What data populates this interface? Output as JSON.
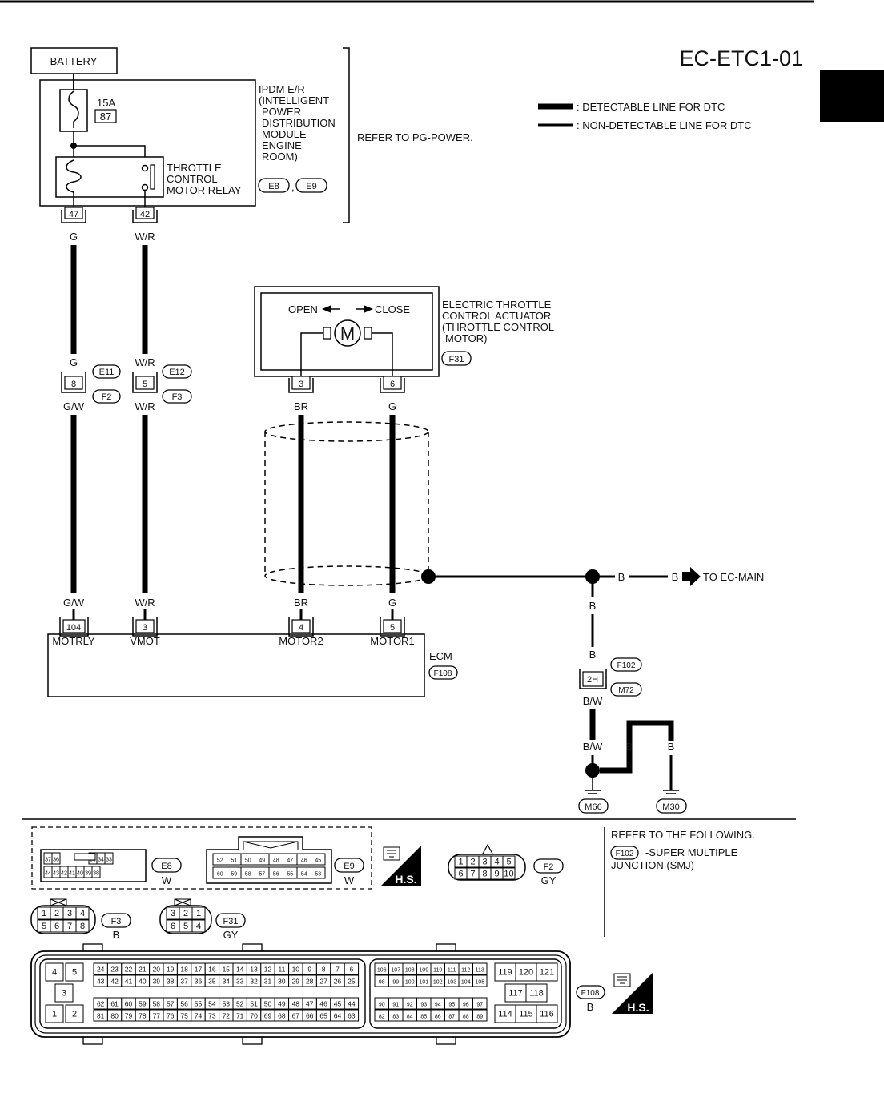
{
  "page_code": "EC-ETC1-01",
  "legend": {
    "detectable": ": DETECTABLE LINE FOR DTC",
    "non_detectable": ": NON-DETECTABLE LINE FOR DTC"
  },
  "ipdm": {
    "battery": "BATTERY",
    "fuse_amp": "15A",
    "fuse_no": "87",
    "relay_lines": [
      "THROTTLE",
      "CONTROL",
      "MOTOR RELAY"
    ],
    "name_lines": [
      "IPDM E/R",
      "(INTELLIGENT",
      "POWER",
      "DISTRIBUTION",
      "MODULE",
      "ENGINE",
      "ROOM)"
    ],
    "connectors": [
      "E8",
      "E9"
    ],
    "connector_sep": ",",
    "refer": "REFER TO PG-POWER.",
    "pin_47": "47",
    "pin_42": "42"
  },
  "actuator": {
    "open": "OPEN",
    "close": "CLOSE",
    "motor": "M",
    "name_lines": [
      "ELECTRIC THROTTLE",
      "CONTROL ACTUATOR",
      "(THROTTLE CONTROL",
      "MOTOR)"
    ],
    "connector": "F31",
    "pin_3": "3",
    "pin_6": "6"
  },
  "wires": {
    "g": "G",
    "wr": "W/R",
    "gw": "G/W",
    "br": "BR",
    "b": "B",
    "bw": "B/W"
  },
  "junction": {
    "pin_8": "8",
    "pin_5": "5",
    "e11": "E11",
    "e12": "E12",
    "f2": "F2",
    "f3": "F3"
  },
  "to_main": "TO EC-MAIN",
  "ecm": {
    "name": "ECM",
    "connector": "F108",
    "pins": [
      "104",
      "3",
      "4",
      "5"
    ],
    "pin_names": [
      "MOTRLY",
      "VMOT",
      "MOTOR2",
      "MOTOR1"
    ]
  },
  "ground": {
    "pin": "2H",
    "f102": "F102",
    "m72": "M72",
    "m66": "M66",
    "m30": "M30"
  },
  "connector_views": {
    "e8_top": [
      "37",
      "36",
      "35",
      "34",
      "33"
    ],
    "e8_bottom": [
      "44",
      "43",
      "42",
      "41",
      "40",
      "39",
      "38"
    ],
    "e8_label": "E8",
    "e8_color": "W",
    "e9_top": [
      "52",
      "51",
      "50",
      "49",
      "48",
      "47",
      "46",
      "45"
    ],
    "e9_bottom": [
      "60",
      "59",
      "58",
      "57",
      "56",
      "55",
      "54",
      "53"
    ],
    "e9_label": "E9",
    "e9_color": "W",
    "hs": "H.S.",
    "f2_top": [
      "1",
      "2",
      "3",
      "4",
      "5"
    ],
    "f2_bottom": [
      "6",
      "7",
      "8",
      "9",
      "10"
    ],
    "f2_label": "F2",
    "f2_color": "GY",
    "f3_top": [
      "1",
      "2",
      "3",
      "4"
    ],
    "f3_bottom": [
      "5",
      "6",
      "7",
      "8"
    ],
    "f3_label": "F3",
    "f3_color": "B",
    "f31_top": [
      "3",
      "2",
      "1"
    ],
    "f31_bottom": [
      "6",
      "5",
      "4"
    ],
    "f31_label": "F31",
    "f31_color": "GY",
    "refer_lines": [
      "REFER TO THE FOLLOWING.",
      "-SUPER MULTIPLE",
      "JUNCTION (SMJ)"
    ],
    "refer_conn": "F102",
    "f108_label": "F108",
    "f108_color": "B",
    "f108_a": [
      "4",
      "5",
      "3",
      "1",
      "2"
    ],
    "f108_r1": [
      "24",
      "23",
      "22",
      "21",
      "20",
      "19",
      "18",
      "17",
      "16",
      "15",
      "14",
      "13",
      "12",
      "11",
      "10",
      "9",
      "8",
      "7",
      "6"
    ],
    "f108_r2": [
      "43",
      "42",
      "41",
      "40",
      "39",
      "38",
      "37",
      "36",
      "35",
      "34",
      "33",
      "32",
      "31",
      "30",
      "29",
      "28",
      "27",
      "26",
      "25"
    ],
    "f108_r3": [
      "62",
      "61",
      "60",
      "59",
      "58",
      "57",
      "56",
      "55",
      "54",
      "53",
      "52",
      "51",
      "50",
      "49",
      "48",
      "47",
      "46",
      "45",
      "44"
    ],
    "f108_r4": [
      "81",
      "80",
      "79",
      "78",
      "77",
      "76",
      "75",
      "74",
      "73",
      "72",
      "71",
      "70",
      "69",
      "68",
      "67",
      "66",
      "65",
      "64",
      "63"
    ],
    "f108_m1": [
      "106",
      "107",
      "108",
      "109",
      "110",
      "111",
      "112",
      "113"
    ],
    "f108_m2": [
      "98",
      "99",
      "100",
      "101",
      "102",
      "103",
      "104",
      "105"
    ],
    "f108_m3": [
      "90",
      "91",
      "92",
      "93",
      "94",
      "95",
      "96",
      "97"
    ],
    "f108_m4": [
      "82",
      "83",
      "84",
      "85",
      "86",
      "87",
      "88",
      "89"
    ],
    "f108_rt": [
      "119",
      "120",
      "121"
    ],
    "f108_rm": [
      "117",
      "118"
    ],
    "f108_rb": [
      "114",
      "115",
      "116"
    ]
  }
}
